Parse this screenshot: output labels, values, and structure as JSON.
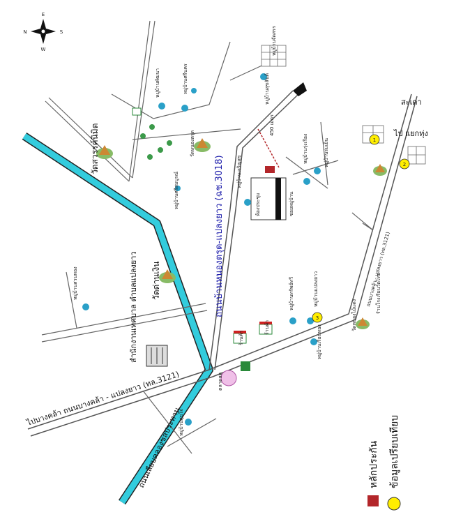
{
  "compass": {
    "n": "N",
    "e": "E",
    "s": "S",
    "w": "W"
  },
  "roads": {
    "main_road": "ถนนบ้านหนองตรุด-แปลงยาว (ฉช.3018)",
    "highway": "ไปบางคล้า  ถนนบางคล้า - แปลงยาว (ทล.3121)",
    "canal_road": "ถนนเลียบคลองชลประทาน",
    "right_road": "ถนนบางคล้า - แปลงยาว (ทล.3121)"
  },
  "directions": {
    "to_bang_khla": "ไปบางคล้า",
    "to_sadao": "สะเดา",
    "to_intersection": "ไป แยกทุ่ง",
    "to_km": "450 เมตร"
  },
  "places": {
    "wat_suan": "วัดสวรรค์นิมิต",
    "wat_dan": "วัดด่านเงิน",
    "office": "สำนักงานเทศบาล ตำบลแปลงยาว",
    "school": "ร้านโรงเรียนวัดไทย",
    "wat_right": "วัดหนองไม้แดง",
    "wat_top": "วัดหนองตรุด",
    "market": "ตลาดสด",
    "shop1": "ร้านค้า",
    "shop2": "ร้านค้า",
    "v1": "หมู่บ้านสวนทอง",
    "v2": "หมู่บ้านพัฒนา",
    "v3": "หมู่บ้านศรีนคร",
    "v4": "หมู่บ้านศรีสมบูรณ์",
    "v5": "หมู่บ้านเจริญสุข",
    "v6": "หมู่บ้านรุ่งเรือง",
    "v7": "หมู่บ้านร่มเย็น",
    "v8": "หมู่บ้านสุขสันต์",
    "v9": "หมู่บ้านทรัพย์ทวี",
    "v10": "หมู่บ้านแปลงยาว",
    "v11": "หมู่บ้านเรือนทอง",
    "v12": "หมู่บ้านสุขใจ",
    "estate": "หมู่บ้านจัดสรร",
    "soi": "ซอยหมู่บ้าน",
    "hall": "ห้องประชุม",
    "num1": "1",
    "num2": "2",
    "num3": "3"
  },
  "legend": {
    "marker_label": "หลักประกัน",
    "circle_label": "ข้อมูลเปรียบเทียบ"
  },
  "colors": {
    "canal": "#33ccdd",
    "road": "#555555",
    "marker": "#b3262a",
    "circle": "#ffee00",
    "main_text": "#1a1aaa"
  }
}
